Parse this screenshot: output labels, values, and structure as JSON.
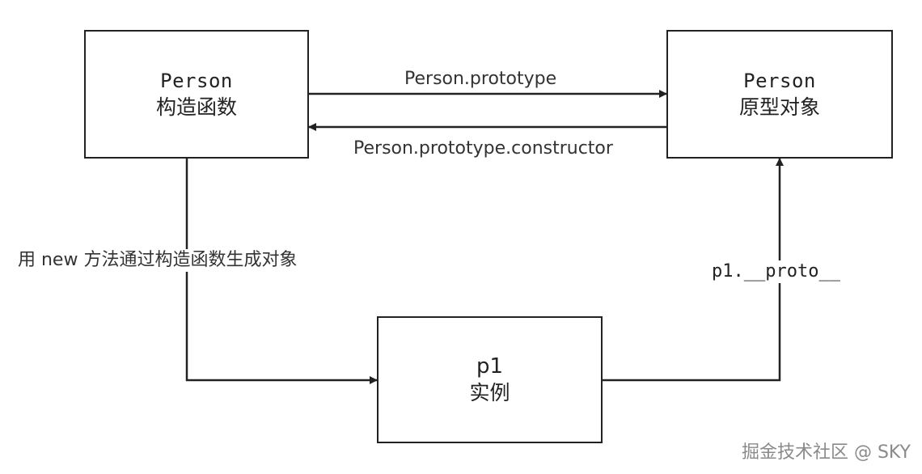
{
  "nodes": {
    "constructor": {
      "title": "Person",
      "subtitle": "构造函数"
    },
    "prototype": {
      "title": "Person",
      "subtitle": "原型对象"
    },
    "instance": {
      "title": "p1",
      "subtitle": "实例"
    }
  },
  "edges": {
    "prototype_link": "Person.prototype",
    "constructor_link": "Person.prototype.constructor",
    "new_link": "用 new 方法通过构造函数生成对象",
    "proto_link": "p1.__proto__"
  },
  "watermark": "掘金技术社区 @ SKY",
  "colors": {
    "line": "#222222",
    "text": "#222222",
    "watermark": "#8a8a8a"
  }
}
